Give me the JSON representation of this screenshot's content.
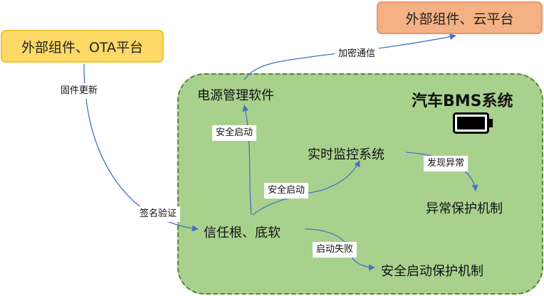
{
  "external": {
    "ota": "外部组件、OTA平台",
    "cloud": "外部组件、云平台"
  },
  "system": {
    "title": "汽车BMS系统",
    "icon": "battery-icon"
  },
  "nodes": {
    "power_mgmt": "电源管理软件",
    "realtime_monitor": "实时监控系统",
    "anomaly_protect": "异常保护机制",
    "trust_root": "信任根、底软",
    "secure_boot_protect": "安全启动保护机制"
  },
  "edges": {
    "firmware_update": "固件更新",
    "signature_verify": "签名验证",
    "encrypted_comm": "加密通信",
    "secure_boot_1": "安全启动",
    "secure_boot_2": "安全启动",
    "anomaly_found": "发现异常",
    "boot_failure": "启动失败"
  },
  "colors": {
    "region_fill": "#a9d18e",
    "region_border": "#548235",
    "ota_fill": "#ffd966",
    "cloud_fill": "#f4b183",
    "arrow": "#4472c4"
  }
}
